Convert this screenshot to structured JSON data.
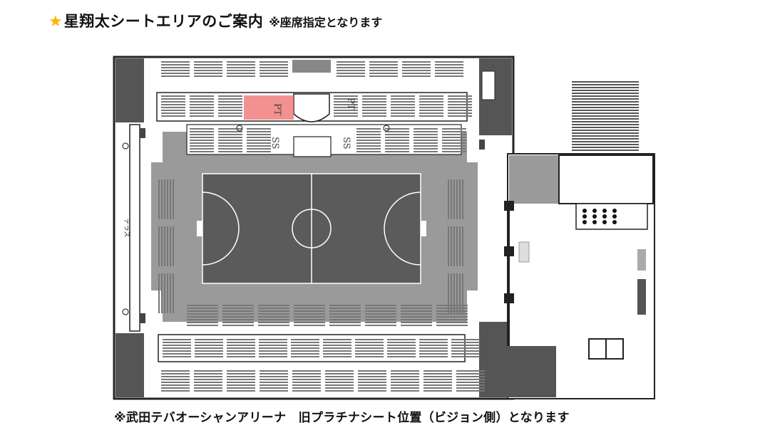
{
  "header": {
    "star_icon": "star-icon",
    "title": "星翔太シートエリアのご案内",
    "subtitle": "※座席指定となります"
  },
  "map": {
    "block_labels": {
      "pt_left": "PT",
      "pt_right": "PT",
      "ss_left": "SS",
      "ss_right": "SS"
    },
    "terrace_label": "テラス",
    "highlight_color": "#ef6b6b",
    "court_color": "#5b5b5b",
    "concourse_color": "#9a9a9a"
  },
  "footer": {
    "note": "※武田テバオーシャンアリーナ　旧プラチナシート位置（ビジョン側）となります"
  }
}
